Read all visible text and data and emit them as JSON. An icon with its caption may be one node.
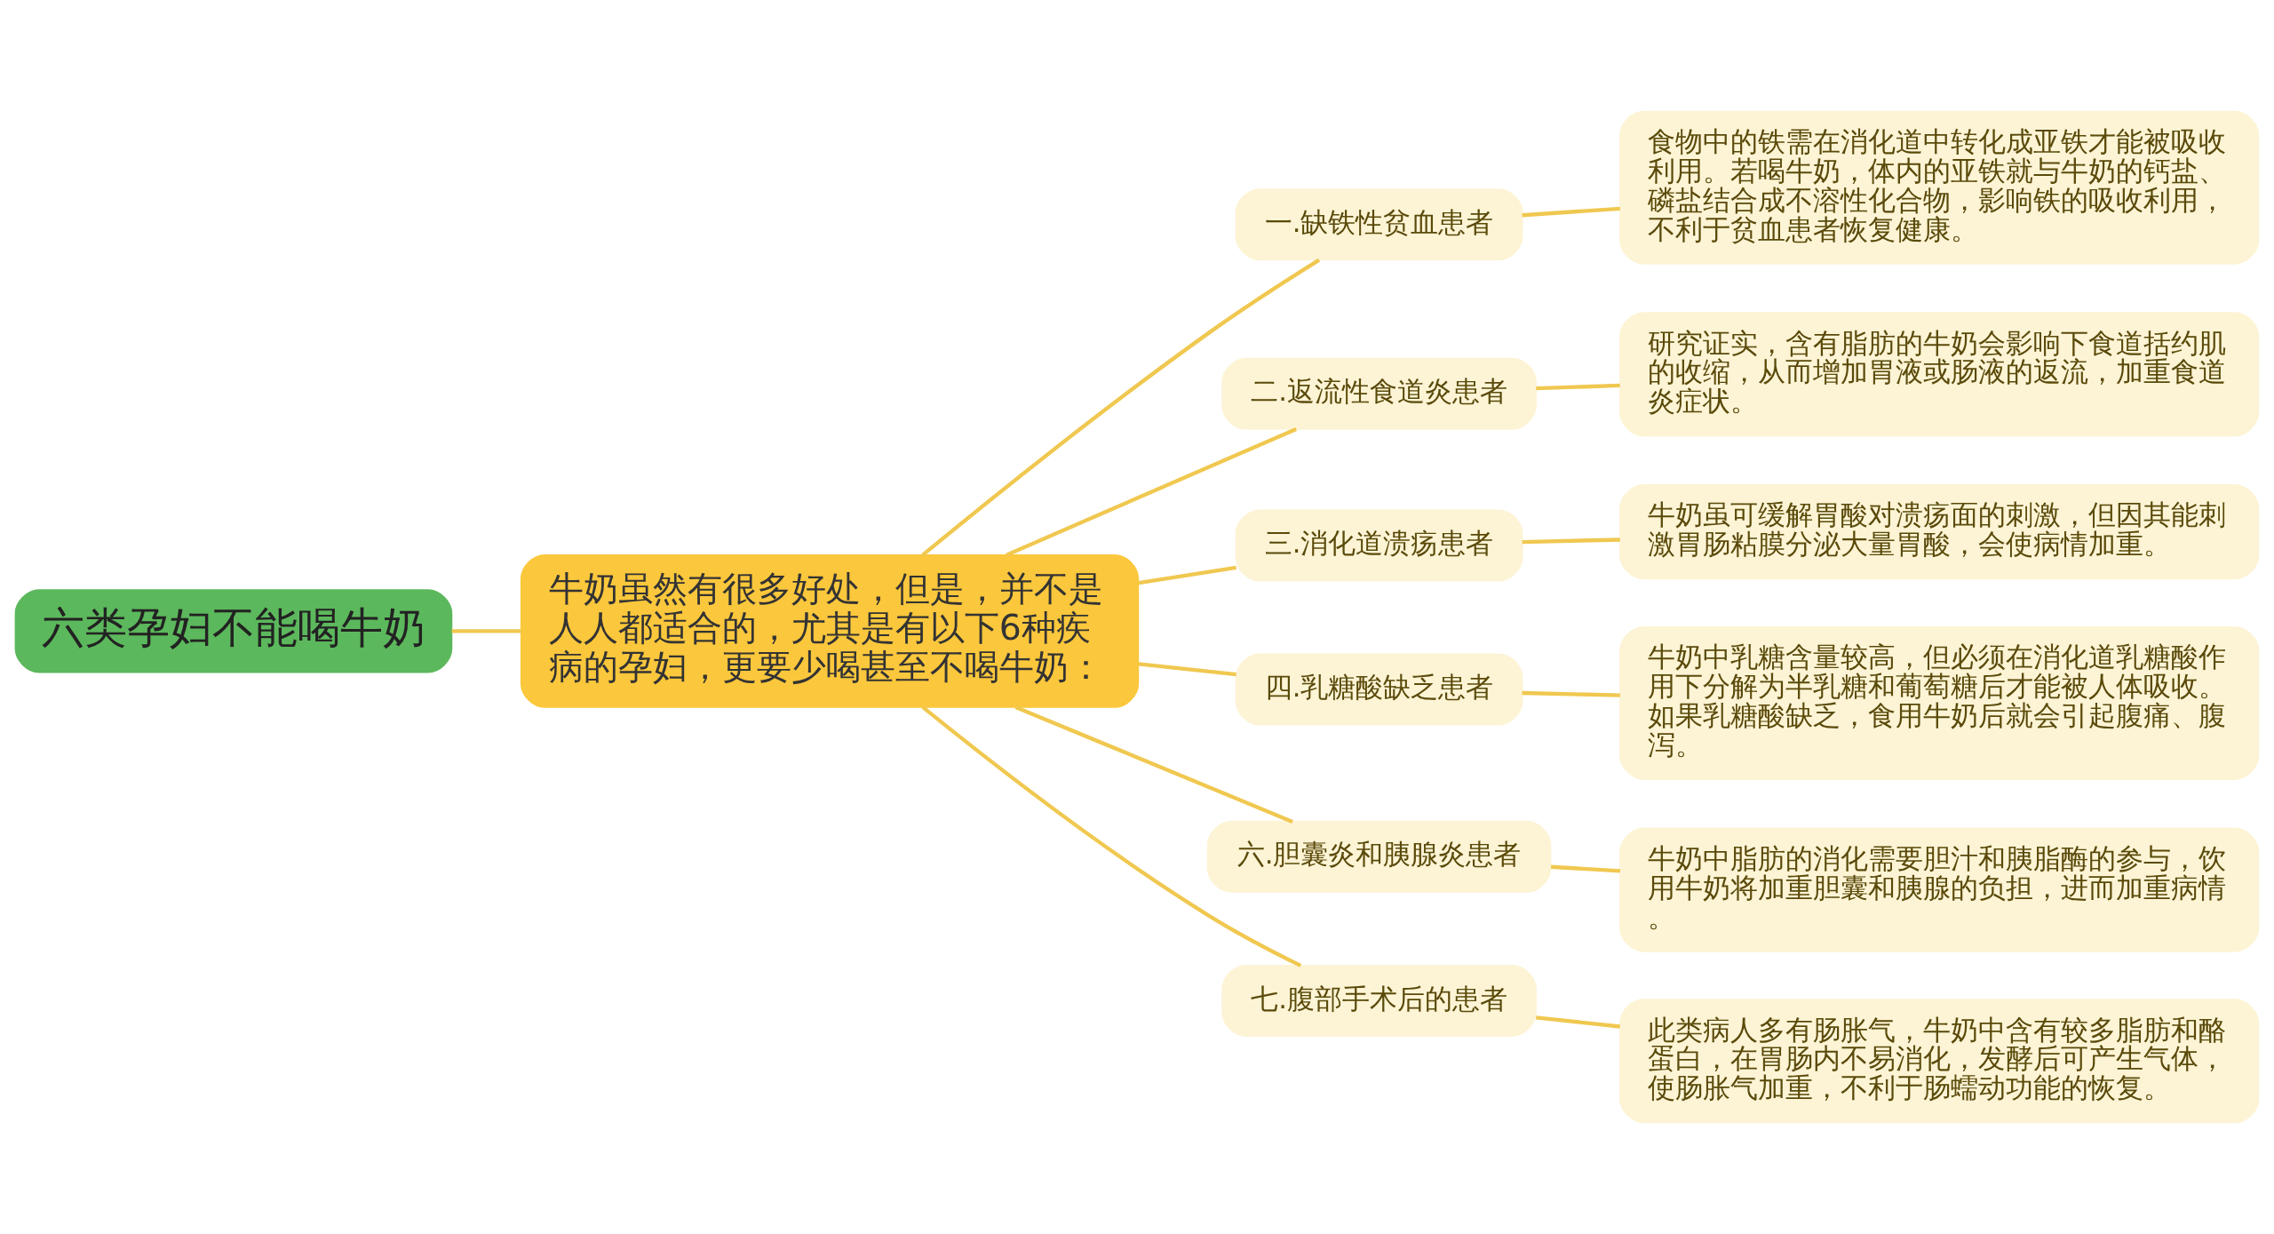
{
  "diagram": {
    "nodes": [
      {
        "text": [
          "六类孕妇不能喝牛奶"
        ]
      },
      {
        "text": [
          "牛奶虽然有很多好处，但是，并不是人人都适合的，尤其是有以下6种疾病的孕妇，更要少喝甚至不喝牛奶："
        ]
      },
      {
        "text": [
          "一.缺铁性贫血患者"
        ]
      },
      {
        "text": [
          "食物中的铁需在消化道中转化成亚铁才能被吸收利用。若喝牛奶，体内的亚铁就与牛奶的钙盐、磷盐结合成不溶性化合物，影响铁的吸收利用，不利于贫血患者恢复健康。"
        ]
      },
      {
        "text": [
          "二.返流性食道炎患者"
        ]
      },
      {
        "text": [
          "研究证实，含有脂肪的牛奶会影响下食道括约肌的收缩，从而增加胃液或肠液的返流，加重食道炎症状。"
        ]
      },
      {
        "text": [
          "三.消化道溃疡患者"
        ]
      },
      {
        "text": [
          "牛奶虽可缓解胃酸对溃疡面的刺激，但因其能刺激胃肠粘膜分泌大量胃酸，会使病情加重。"
        ]
      },
      {
        "text": [
          "四.乳糖酸缺乏患者"
        ]
      },
      {
        "text": [
          "牛奶中乳糖含量较高，但必须在消化道乳糖酸作用下分解为半乳糖和葡萄糖后才能被人体吸收。如果乳糖酸缺乏，食用牛奶后就会引起腹痛、腹泻。"
        ]
      },
      {
        "text": [
          "六.胆囊炎和胰腺炎患者"
        ]
      },
      {
        "text": [
          "牛奶中脂肪的消化需要胆汁和胰脂酶的参与，饮用牛奶将加重胆囊和胰腺的负担，进而加重病情。"
        ]
      },
      {
        "text": [
          "七.腹部手术后的患者"
        ]
      },
      {
        "text": [
          "此类病人多有肠胀气，牛奶中含有较多脂肪和酪蛋白，在胃肠内不易消化，发酵后可产生气体，使肠胀气加重，不利于肠蠕动功能的恢复。"
        ]
      }
    ],
    "edges": [
      {
        "from": 0,
        "to": 1,
        "arrow": "none"
      },
      {
        "from": 1,
        "to": 2,
        "arrow": "none"
      },
      {
        "from": 2,
        "to": 3,
        "arrow": "none"
      },
      {
        "from": 1,
        "to": 4,
        "arrow": "none"
      },
      {
        "from": 4,
        "to": 5,
        "arrow": "none"
      },
      {
        "from": 1,
        "to": 6,
        "arrow": "none"
      },
      {
        "from": 6,
        "to": 7,
        "arrow": "none"
      },
      {
        "from": 1,
        "to": 8,
        "arrow": "none"
      },
      {
        "from": 8,
        "to": 9,
        "arrow": "none"
      },
      {
        "from": 1,
        "to": 10,
        "arrow": "none"
      },
      {
        "from": 10,
        "to": 11,
        "arrow": "none"
      },
      {
        "from": 1,
        "to": 12,
        "arrow": "none"
      },
      {
        "from": 12,
        "to": 13,
        "arrow": "none"
      }
    ]
  }
}
